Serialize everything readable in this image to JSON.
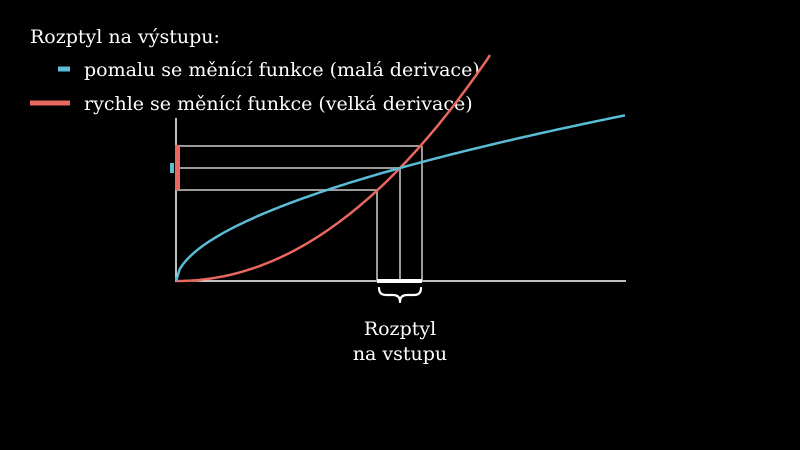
{
  "legend": {
    "title": "Rozptyl na výstupu:",
    "items": [
      {
        "label": "pomalu se měnící funkce (malá derivace)",
        "color": "#5bbcd6"
      },
      {
        "label": "rychle se měnící funkce (velká derivace)",
        "color": "#e8675f"
      }
    ]
  },
  "input_spread_label": {
    "line1": "Rozptyl",
    "line2": "na vstupu"
  },
  "colors": {
    "background": "#000000",
    "axes": "#ffffff",
    "guides": "#9a9a9a",
    "text": "#ffffff",
    "slow_function": "#5bbcd6",
    "fast_function": "#e8675f"
  }
}
